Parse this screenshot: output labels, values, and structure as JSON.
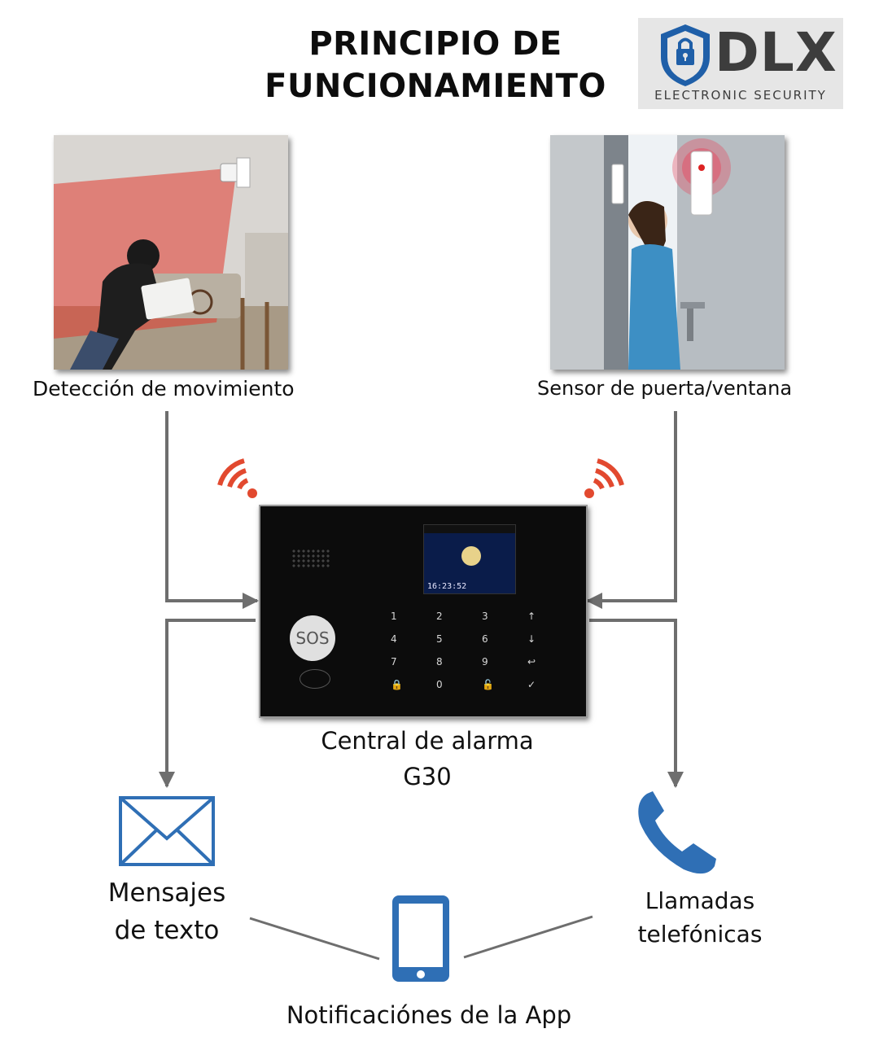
{
  "title": {
    "line1": "PRINCIPIO DE",
    "line2": "FUNCIONAMIENTO"
  },
  "logo": {
    "brand": "DLX",
    "tagline": "ELECTRONIC SECURITY",
    "color_blue": "#1f5fa8",
    "color_gray": "#3d3d3d"
  },
  "nodes": {
    "motion": {
      "label": "Detección de movimiento",
      "icon": "motion-sensor-photo"
    },
    "door": {
      "label": "Sensor de puerta/ventana",
      "icon": "door-sensor-photo"
    },
    "central": {
      "line1": "Central de alarma",
      "line2": "G30",
      "sos_label": "SOS",
      "screen_time": "16:23:52",
      "keys": [
        "1",
        "2",
        "3",
        "↑",
        "4",
        "5",
        "6",
        "↓",
        "7",
        "8",
        "9",
        "↩",
        "🔒",
        "0",
        "🔓",
        "✓"
      ]
    },
    "sms": {
      "line1": "Mensajes",
      "line2": "de texto",
      "icon": "envelope-icon"
    },
    "calls": {
      "line1": "Llamadas",
      "line2": "telefónicas",
      "icon": "phone-icon"
    },
    "app": {
      "label": "Notificaciónes de la App",
      "icon": "smartphone-icon"
    }
  },
  "colors": {
    "accent_blue": "#2f6fb5",
    "arrow_gray": "#6e6e6e",
    "wifi_red": "#e2492f"
  }
}
